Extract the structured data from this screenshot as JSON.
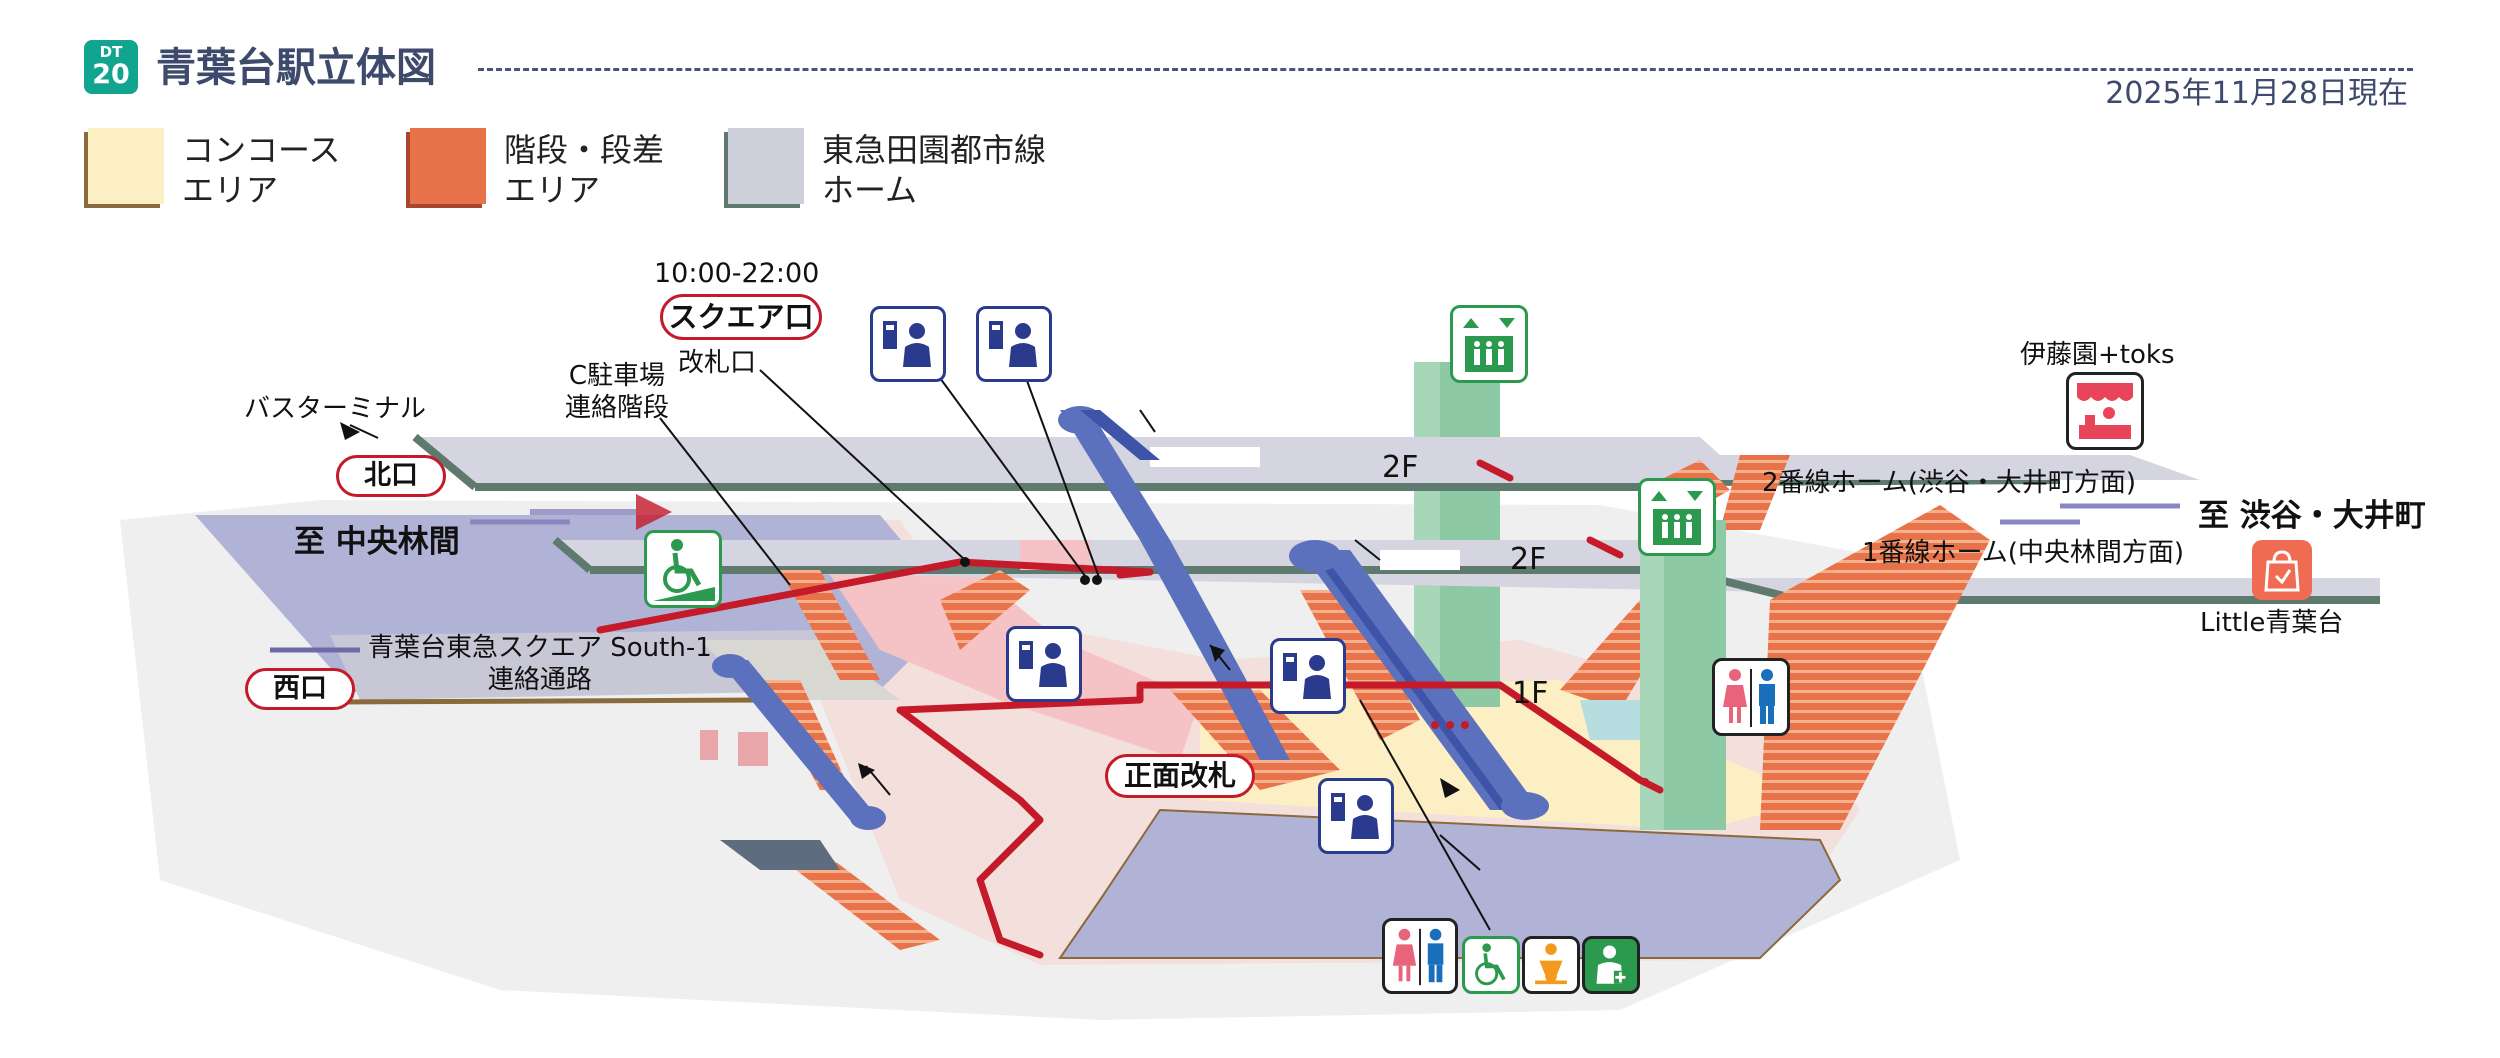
{
  "header": {
    "line_code": "DT",
    "station_number": "20",
    "title": "青葉台駅立体図",
    "date": "2025年11月28日現在",
    "badge_color": "#11a58f"
  },
  "legend": {
    "concourse": {
      "label_line1": "コンコース",
      "label_line2": "エリア",
      "color": "#fcefc3"
    },
    "stairs": {
      "label_line1": "階段・段差",
      "label_line2": "エリア",
      "color": "#e8734a"
    },
    "platform": {
      "label_line1": "東急田園都市線",
      "label_line2": "ホーム",
      "color": "#cdcfda"
    }
  },
  "labels": {
    "square_hours": "10:00-22:00",
    "square_gate": "スクエア口",
    "square_gate_sub": "改札口",
    "parking_line1": "C駐車場",
    "parking_line2": "連絡階段",
    "bus_terminal": "バスターミナル",
    "north_exit": "北口",
    "west_exit": "西口",
    "to_chuo_rinkan": "至 中央林間",
    "to_shibuya": "至 渋谷・大井町",
    "south1_line1": "青葉台東急スクエア South-1",
    "south1_line2": "連絡通路",
    "main_gate": "正面改札",
    "floor_2f_a": "2F",
    "floor_2f_b": "2F",
    "floor_1f": "1F",
    "platform2": "2番線ホーム(渋谷・大井町方面)",
    "platform1": "1番線ホーム(中央林間方面)",
    "itoen": "伊藤園+toks",
    "little": "Little青葉台"
  },
  "icons": {
    "ticket_color": "#2a3a8c",
    "elevator_color": "#2b9a4e",
    "toilet_female_color": "#e8647a",
    "toilet_male_color": "#1a6fbd",
    "little_color": "#ef6b52",
    "itoen_color": "#e8455a"
  }
}
